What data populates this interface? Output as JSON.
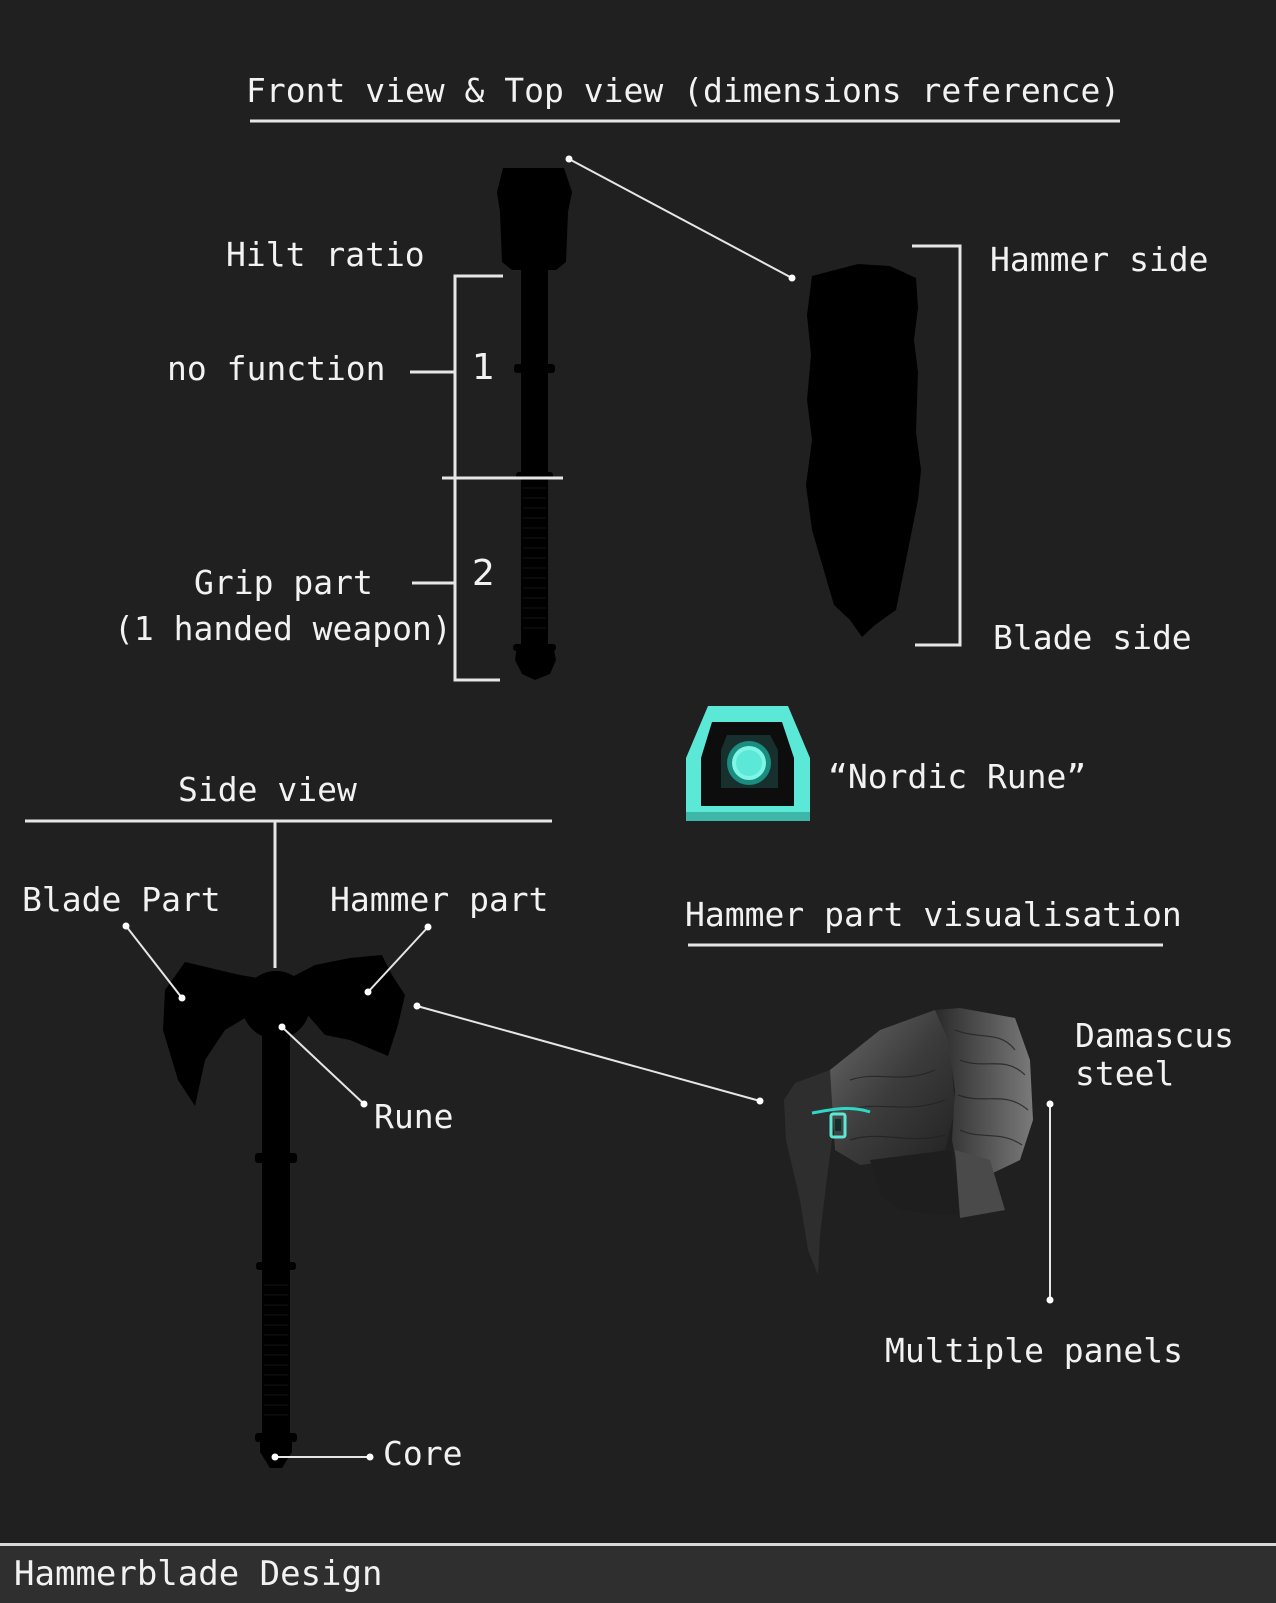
{
  "labels": {
    "front_top_title": "Front view & Top view (dimensions reference)",
    "hilt_ratio": "Hilt ratio",
    "no_function": "no function",
    "ratio_1": "1",
    "ratio_2": "2",
    "grip_part": "Grip part",
    "one_handed": "(1 handed weapon)",
    "hammer_side": "Hammer side",
    "blade_side": "Blade side",
    "nordic_rune": "“Nordic Rune”",
    "side_view": "Side view",
    "blade_part": "Blade Part",
    "hammer_part": "Hammer part",
    "rune": "Rune",
    "core": "Core",
    "hammer_vis_title": "Hammer part visualisation",
    "damascus": "Damascus",
    "steel": "steel",
    "multiple_panels": "Multiple panels"
  },
  "footer": {
    "title": "Hammerblade Design"
  },
  "colors": {
    "background": "#202020",
    "line": "#e6e6e6",
    "silhouette": "#000000",
    "rune_glow": "#5ce8d6",
    "footer_bg": "#2f2f2f"
  },
  "icons": [
    "nordic-rune-icon",
    "hammer-part-render"
  ]
}
